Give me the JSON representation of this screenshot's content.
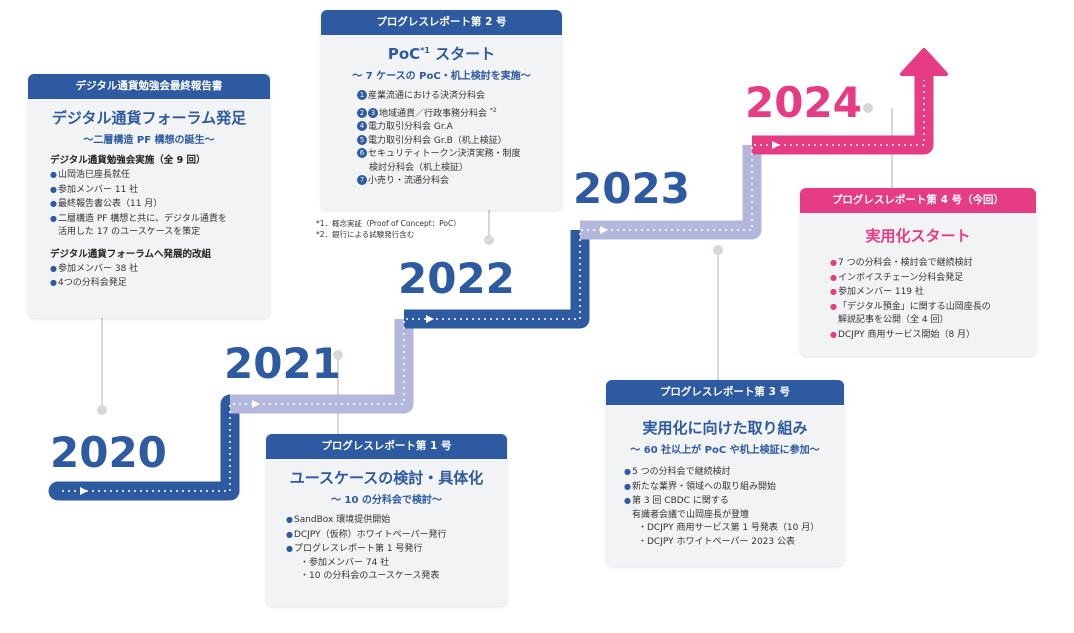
{
  "years": [
    "2020",
    "2021",
    "2022",
    "2023",
    "2024"
  ],
  "cards": {
    "final": {
      "header": "デジタル通貨勉強会最終報告書",
      "title": "デジタル通貨フォーラム発足",
      "subtitle": "〜二層構造 PF 構想の誕生〜",
      "section1": "デジタル通貨勉強会実施（全 9 回）",
      "items1": [
        "山岡浩巳座長就任",
        "参加メンバー 11 社",
        "最終報告書公表（11 月）",
        "二層構造 PF 構想と共に、デジタル通貨を",
        "活用した 17 のユースケースを策定"
      ],
      "section2": "デジタル通貨フォーラムへ発展的改組",
      "items2": [
        "参加メンバー 38 社",
        "4つの分科会発足"
      ]
    },
    "r1": {
      "header": "プログレスレポート第 1 号",
      "title": "ユースケースの検討・具体化",
      "subtitle": "〜 10 の分科会で検討〜",
      "items": [
        "SandBox 環境提供開始",
        "DCJPY（仮称）ホワイトペーパー発行",
        "プログレスレポート第 1 号発行",
        "・参加メンバー 74 社",
        "・10 の分科会のユースケース発表"
      ]
    },
    "r2": {
      "header": "プログレスレポート第 2 号",
      "title_main": "PoC",
      "title_sup": "*1",
      "title_rest": " スタート",
      "subtitle": "〜 7 ケースの PoC・机上検討を実施〜",
      "nums": [
        "1",
        "2",
        "3",
        "4",
        "5",
        "6",
        "7"
      ],
      "items": [
        "産業流通における決済分科会",
        "地域通貨／行政事務分科会",
        "*2",
        "電力取引分科会 Gr.A",
        "電力取引分科会 Gr.B（机上検証）",
        "セキュリティトークン決済実務・制度",
        "検討分科会（机上検証）",
        "小売り・流通分科会"
      ],
      "footnotes": [
        "*1．概念実証（Proof of Concept：PoC）",
        "*2．銀行による試験発行含む"
      ]
    },
    "r3": {
      "header": "プログレスレポート第 3 号",
      "title": "実用化に向けた取り組み",
      "subtitle": "〜 60 社以上が PoC や机上検証に参加〜",
      "items": [
        "5 つの分科会で継続検討",
        "新たな業界・領域への取り組み開始",
        "第 3 回 CBDC に関する",
        "有識者会議で山岡座長が登壇",
        "・DCJPY 商用サービス第 1 号発表（10 月）",
        "・DCJPY ホワイトペーパー 2023 公表"
      ]
    },
    "r4": {
      "header": "プログレスレポート第 4 号（今回）",
      "title": "実用化スタート",
      "items": [
        "7 つの分科会・検討会で継続検討",
        "インボイスチェーン分科会発足",
        "参加メンバー 119 社",
        "「デジタル預金」に関する山岡座長の",
        "解説記事を公開（全 4 回）",
        "DCJPY 商用サービス開始（8 月）"
      ]
    }
  },
  "colors": {
    "blue": "#2d5aa0",
    "lavender": "#b4b7dc",
    "pink": "#e63c84",
    "card": "#f2f3f4"
  }
}
